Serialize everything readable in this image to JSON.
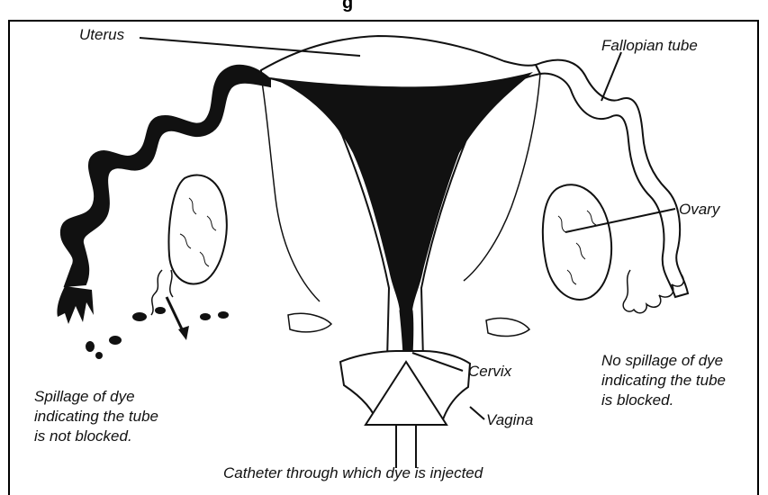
{
  "figure": {
    "title_fragment": "g",
    "labels": {
      "uterus": "Uterus",
      "fallopian_tube": "Fallopian tube",
      "ovary": "Ovary",
      "cervix": "Cervix",
      "vagina": "Vagina",
      "catheter": "Catheter through which dye is injected"
    },
    "captions": {
      "left": [
        "Spillage of dye",
        "indicating the tube",
        "is not blocked."
      ],
      "right": [
        "No spillage of dye",
        "indicating the tube",
        "is blocked."
      ]
    }
  }
}
